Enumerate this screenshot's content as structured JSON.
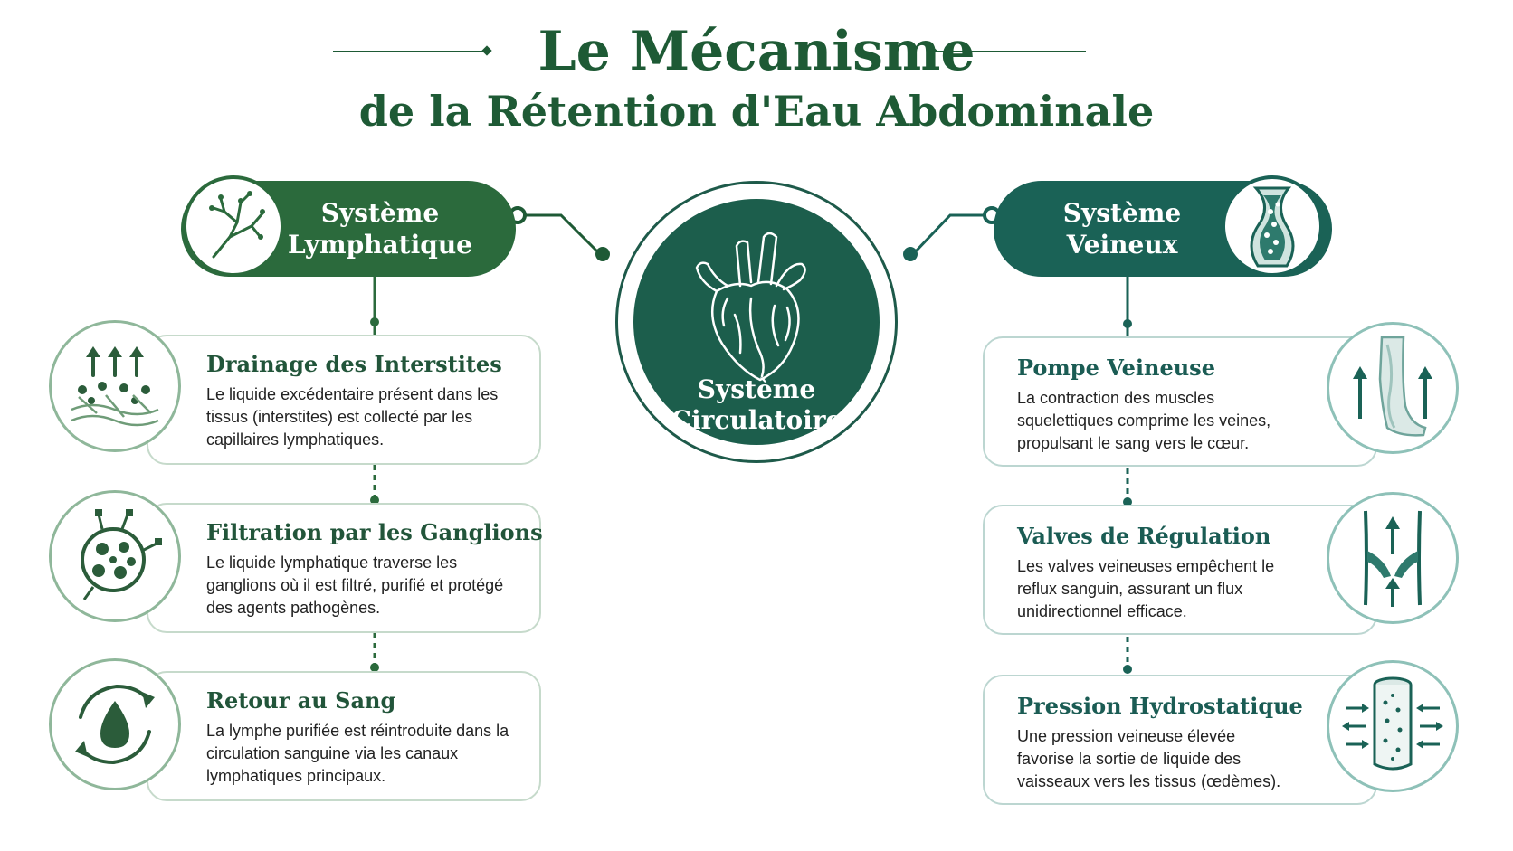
{
  "title": {
    "line1": "Le Mécanisme",
    "line2": "de la Rétention d'Eau Abdominale"
  },
  "center": {
    "label_line1": "Système",
    "label_line2": "Circulatoire",
    "icon": "heart-icon"
  },
  "left": {
    "header_line1": "Système",
    "header_line2": "Lymphatique",
    "icon": "tree-branch-icon",
    "cards": [
      {
        "title": "Drainage des Interstites",
        "desc": "Le liquide excédentaire présent dans les tissus (interstites) est collecté par les capillaires lymphatiques.",
        "icon": "drainage-arrows-icon"
      },
      {
        "title": "Filtration par les Ganglions",
        "desc": "Le liquide lymphatique traverse les ganglions où il est filtré, purifié et protégé des agents pathogènes.",
        "icon": "lymph-node-icon"
      },
      {
        "title": "Retour au Sang",
        "desc": "La lymphe purifiée est réintroduite dans la circulation sanguine via les canaux lymphatiques principaux.",
        "icon": "droplet-cycle-icon"
      }
    ]
  },
  "right": {
    "header_line1": "Système",
    "header_line2": "Veineux",
    "icon": "vein-icon",
    "cards": [
      {
        "title": "Pompe Veineuse",
        "desc": "La contraction des muscles squelettiques comprime les veines, propulsant le sang vers le cœur.",
        "icon": "leg-arrows-icon"
      },
      {
        "title": "Valves de Régulation",
        "desc": "Les valves veineuses empêchent le reflux sanguin, assurant un flux unidirectionnel efficace.",
        "icon": "valve-icon"
      },
      {
        "title": "Pression Hydrostatique",
        "desc": "Une pression veineuse élevée favorise la sortie de liquide des vaisseaux vers les tissus (œdèmes).",
        "icon": "pressure-vessel-icon"
      }
    ]
  },
  "colors": {
    "dark_green": "#1e5a35",
    "lymph_green": "#2b6a3c",
    "venous_teal": "#1a6256",
    "center_green": "#1c5e4c"
  }
}
